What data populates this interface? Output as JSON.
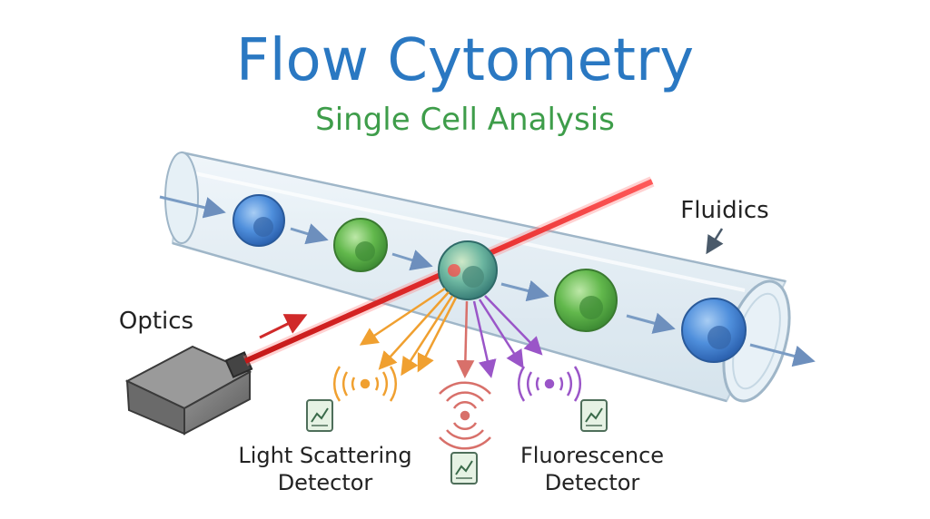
{
  "title": "Flow Cytometry",
  "subtitle": "Single Cell Analysis",
  "labels": {
    "fluidics": "Fluidics",
    "optics": "Optics",
    "scatter_line1": "Light Scattering",
    "scatter_line2": "Detector",
    "fluor_line1": "Fluorescence",
    "fluor_line2": "Detector"
  },
  "colors": {
    "title": "#2a78c2",
    "subtitle": "#3e9d4a",
    "laser": "#e02222",
    "cell_blue": "#3f7fd0",
    "cell_green": "#5cb848",
    "scatter_orange": "#f0a030",
    "fluor_purple": "#9a55c8",
    "emit_pink": "#d8706a",
    "tube": "#cfe1ec",
    "flow_arrow": "#7a9cc4"
  },
  "icons": {
    "light_source": "laser-source-icon",
    "detector_card": "detector-chart-icon"
  }
}
